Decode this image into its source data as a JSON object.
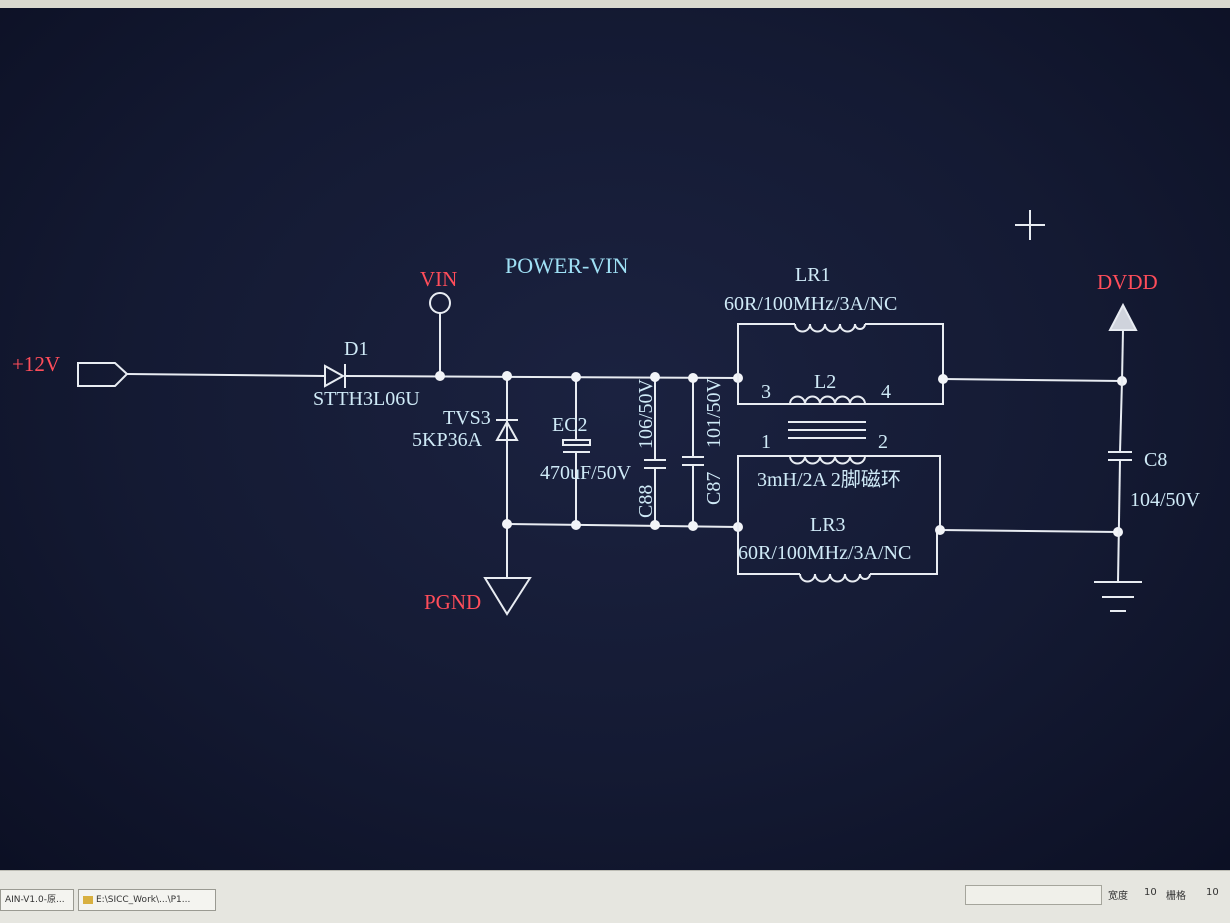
{
  "schematic": {
    "title": "POWER-VIN",
    "input_port": "+12V",
    "net_vin": "VIN",
    "net_dvdd": "DVDD",
    "net_pgnd": "PGND",
    "d1": {
      "ref": "D1",
      "value": "STTH3L06U"
    },
    "tvs3": {
      "ref": "TVS3",
      "value": "5KP36A"
    },
    "ec2": {
      "ref": "EC2",
      "value": "470uF/50V"
    },
    "c88": {
      "ref": "C88",
      "value": "106/50V"
    },
    "c87": {
      "ref": "C87",
      "value": "101/50V"
    },
    "lr1": {
      "ref": "LR1",
      "value": "60R/100MHz/3A/NC"
    },
    "l2": {
      "ref": "L2",
      "value": "3mH/2A 2脚磁环",
      "pins": [
        "3",
        "4",
        "1",
        "2"
      ]
    },
    "lr3": {
      "ref": "LR3",
      "value": "60R/100MHz/3A/NC"
    },
    "c8": {
      "ref": "C8",
      "value": "104/50V"
    }
  },
  "taskbar": {
    "items": [
      "AIN-V1.0-原...",
      "E:\\SICC_Work\\...\\P1..."
    ],
    "status_width_label": "宽度",
    "status_width_value": "10",
    "status_pitch_label": "栅格",
    "status_pitch_value": "10"
  },
  "colors": {
    "background": "#141a33",
    "wire": "#e8ecf2",
    "label": "#cfeaf7",
    "net_label": "#ff4d5a"
  }
}
